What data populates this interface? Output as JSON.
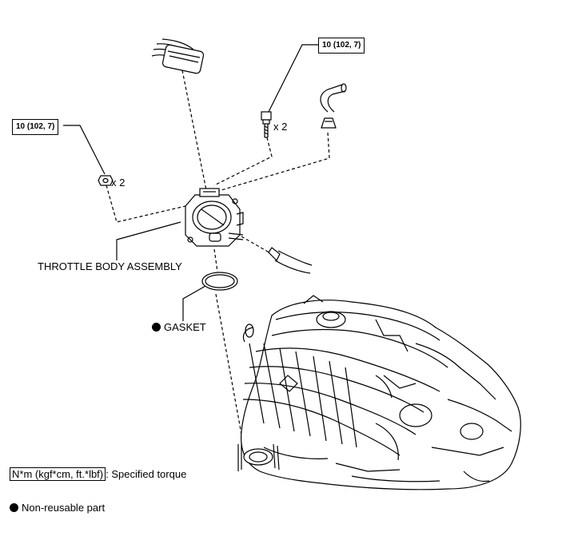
{
  "callouts": {
    "torque_top": "10 (102, 7)",
    "torque_left": "10 (102, 7)",
    "qty_top": "x 2",
    "qty_left": "x 2",
    "throttle_body": "THROTTLE BODY ASSEMBLY",
    "gasket": "GASKET"
  },
  "legend": {
    "torque_unit": "N*m (kgf*cm, ft.*lbf)",
    "torque_desc": ": Specified torque",
    "non_reusable": "Non-reusable part"
  },
  "colors": {
    "line": "#000000",
    "background": "#ffffff"
  }
}
